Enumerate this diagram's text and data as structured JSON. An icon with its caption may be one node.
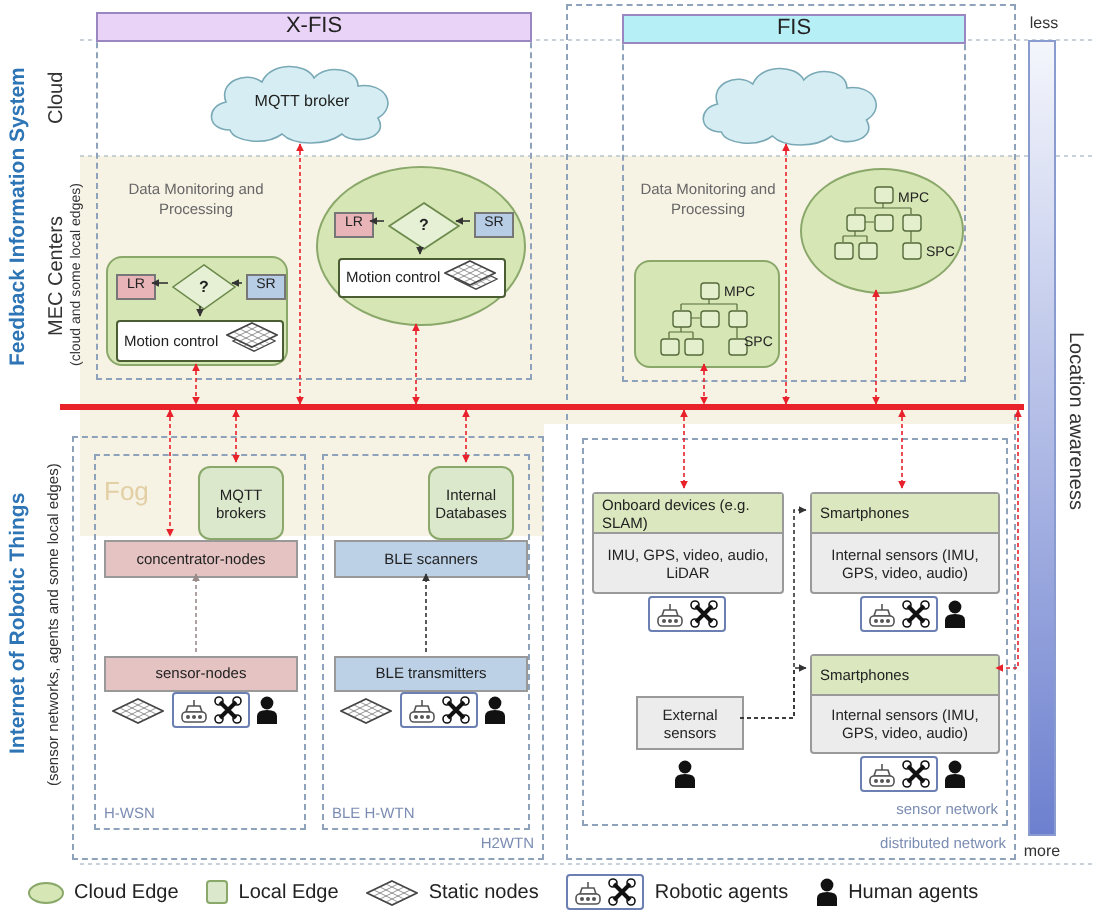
{
  "diagram": {
    "nodes": [
      {
        "text": [
          "X-FIS"
        ]
      },
      {
        "text": [
          "MQTT broker"
        ],
        "in": 0
      },
      {
        "text": [],
        "shape": "box",
        "in": 0
      },
      {
        "text": [
          "LR"
        ],
        "in": 2
      },
      {
        "text": [
          "?"
        ],
        "in": 2
      },
      {
        "text": [
          "SR"
        ],
        "in": 2
      },
      {
        "text": [
          "Motion control"
        ],
        "in": 2
      },
      {
        "text": [],
        "shape": "circle",
        "in": 0
      },
      {
        "text": [
          "LR"
        ],
        "in": 7
      },
      {
        "text": [
          "?"
        ],
        "in": 7
      },
      {
        "text": [
          "SR"
        ],
        "in": 7
      },
      {
        "text": [
          "Motion control"
        ],
        "in": 7
      },
      {
        "text": [
          "distributed network"
        ]
      },
      {
        "text": [
          "FIS"
        ],
        "in": 12
      },
      {
        "text": [],
        "shape": "cloud",
        "in": 13
      },
      {
        "text": [
          "MPC",
          "SPC"
        ],
        "in": 13
      },
      {
        "text": [
          "MPC",
          "SPC"
        ],
        "in": 13
      },
      {
        "text": [
          "sensor network"
        ],
        "in": 12
      },
      {
        "text": [
          "Onboard devices (e.g. SLAM)",
          "IMU, GPS, video, audio, LiDAR"
        ],
        "in": 17
      },
      {
        "text": [
          "Smartphones",
          "Internal sensors (IMU, GPS, video, audio)"
        ],
        "in": 17
      },
      {
        "text": [
          "Smartphones",
          "Internal sensors (IMU, GPS, video, audio)"
        ],
        "in": 17
      },
      {
        "text": [
          "External sensors"
        ],
        "in": 17
      },
      {
        "text": [
          "H2WTN"
        ]
      },
      {
        "text": [
          "H-WSN"
        ],
        "in": 22
      },
      {
        "text": [
          "MQTT brokers"
        ],
        "in": 23
      },
      {
        "text": [
          "concentrator-nodes"
        ],
        "in": 23
      },
      {
        "text": [
          "sensor-nodes"
        ],
        "in": 23
      },
      {
        "text": [
          "BLE H-WTN"
        ],
        "in": 22
      },
      {
        "text": [
          "Internal Databases"
        ],
        "in": 27
      },
      {
        "text": [
          "BLE scanners"
        ],
        "in": 27
      },
      {
        "text": [
          "BLE transmitters"
        ],
        "in": 27
      },
      {
        "text": [],
        "shape": "bar"
      },
      {
        "text": [],
        "shape": "bar"
      }
    ],
    "edges": [
      {
        "from": 1,
        "to": 31,
        "arrow": "both",
        "style": "dashed"
      },
      {
        "from": 2,
        "to": 31,
        "arrow": "both",
        "style": "dashed"
      },
      {
        "from": 7,
        "to": 31,
        "arrow": "both",
        "style": "dashed"
      },
      {
        "from": 14,
        "to": 31,
        "arrow": "both",
        "style": "dashed"
      },
      {
        "from": 15,
        "to": 31,
        "arrow": "both",
        "style": "dashed"
      },
      {
        "from": 16,
        "to": 31,
        "arrow": "both",
        "style": "dashed"
      },
      {
        "from": 31,
        "to": 25,
        "arrow": "both",
        "style": "dashed"
      },
      {
        "from": 31,
        "to": 24,
        "arrow": "both",
        "style": "dashed"
      },
      {
        "from": 31,
        "to": 28,
        "arrow": "both",
        "style": "dashed"
      },
      {
        "from": 31,
        "to": 18,
        "arrow": "both",
        "style": "dashed"
      },
      {
        "from": 31,
        "to": 19,
        "arrow": "both",
        "style": "dashed"
      },
      {
        "from": 31,
        "to": 20,
        "arrow": "both",
        "style": "dashed"
      },
      {
        "from": 26,
        "to": 25,
        "arrow": "to",
        "style": "dashed",
        "color": "#9a8a8a"
      },
      {
        "from": 30,
        "to": 29,
        "arrow": "to",
        "style": "dashed",
        "color": "#333333"
      },
      {
        "from": 21,
        "to": 19,
        "arrow": "to",
        "style": "dashed",
        "color": "#333333"
      },
      {
        "from": 21,
        "to": 20,
        "arrow": "to",
        "style": "dashed",
        "color": "#333333"
      },
      {
        "from": 4,
        "to": 3,
        "arrow": "to",
        "color": "#333333"
      },
      {
        "from": 5,
        "to": 4,
        "arrow": "to",
        "color": "#333333"
      },
      {
        "from": 4,
        "to": 6,
        "arrow": "to",
        "color": "#333333"
      },
      {
        "from": 9,
        "to": 8,
        "arrow": "to",
        "color": "#333333"
      },
      {
        "from": 10,
        "to": 9,
        "arrow": "to",
        "color": "#333333"
      },
      {
        "from": 9,
        "to": 11,
        "arrow": "to",
        "color": "#333333"
      }
    ],
    "labels": [
      "Feedback Information System",
      "Cloud",
      "MEC Centers",
      "(cloud and some local edges)",
      "Data Monitoring and Processing",
      "Data Monitoring and Processing",
      "Fog",
      "Internet of Robotic Things",
      "(sensor networks, agents and some local edges)",
      "less",
      "Location awareness",
      "more"
    ],
    "legend": [
      {
        "text": "Cloud Edge",
        "color": "#d6e6b5"
      },
      {
        "text": "Local Edge",
        "color": "#dbe8cc"
      },
      {
        "text": "Static nodes"
      },
      {
        "text": "Robotic agents"
      },
      {
        "text": "Human agents"
      }
    ]
  }
}
